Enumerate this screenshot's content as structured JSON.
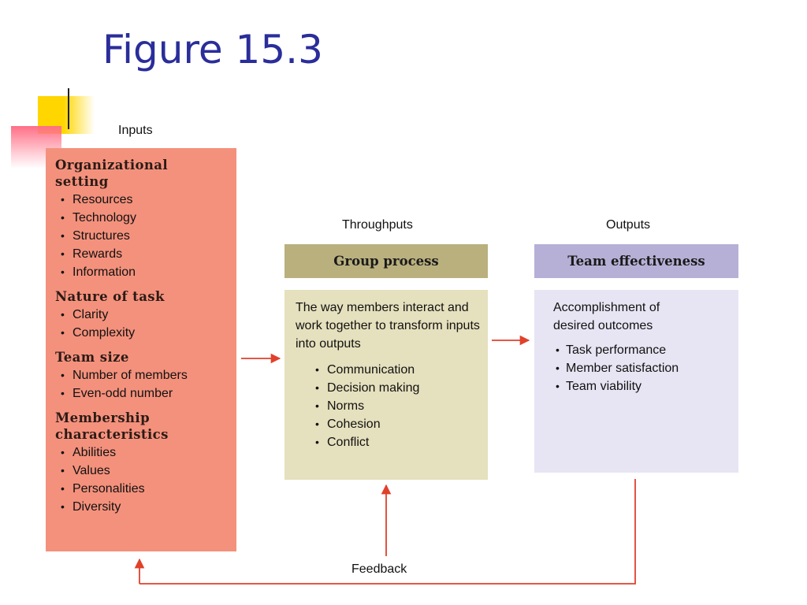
{
  "title": "Figure 15.3",
  "diagram": {
    "inputs": {
      "label": "Inputs",
      "groups": [
        {
          "heading": "Organizational setting",
          "items": [
            "Resources",
            "Technology",
            "Structures",
            "Rewards",
            "Information"
          ]
        },
        {
          "heading": "Nature of task",
          "items": [
            "Clarity",
            "Complexity"
          ]
        },
        {
          "heading": "Team size",
          "items": [
            "Number of members",
            "Even-odd number"
          ]
        },
        {
          "heading": "Membership characteristics",
          "items": [
            "Abilities",
            "Values",
            "Personalities",
            "Diversity"
          ]
        }
      ]
    },
    "throughputs": {
      "label": "Throughputs",
      "header": "Group process",
      "description": "The way members interact and work together to transform inputs into outputs",
      "items": [
        "Communication",
        "Decision making",
        "Norms",
        "Cohesion",
        "Conflict"
      ]
    },
    "outputs": {
      "label": "Outputs",
      "header": "Team effectiveness",
      "description": "Accomplishment of desired outcomes",
      "items": [
        "Task performance",
        "Member satisfaction",
        "Team viability"
      ]
    },
    "feedback_label": "Feedback"
  },
  "colors": {
    "title": "#2a2d9a",
    "inputs_box": "#f4917c",
    "group_process_header": "#b9b07e",
    "group_process_box": "#e5e0bd",
    "team_effectiveness_header": "#b6b0d6",
    "team_effectiveness_box": "#e7e5f3",
    "arrow": "#e0412b"
  }
}
